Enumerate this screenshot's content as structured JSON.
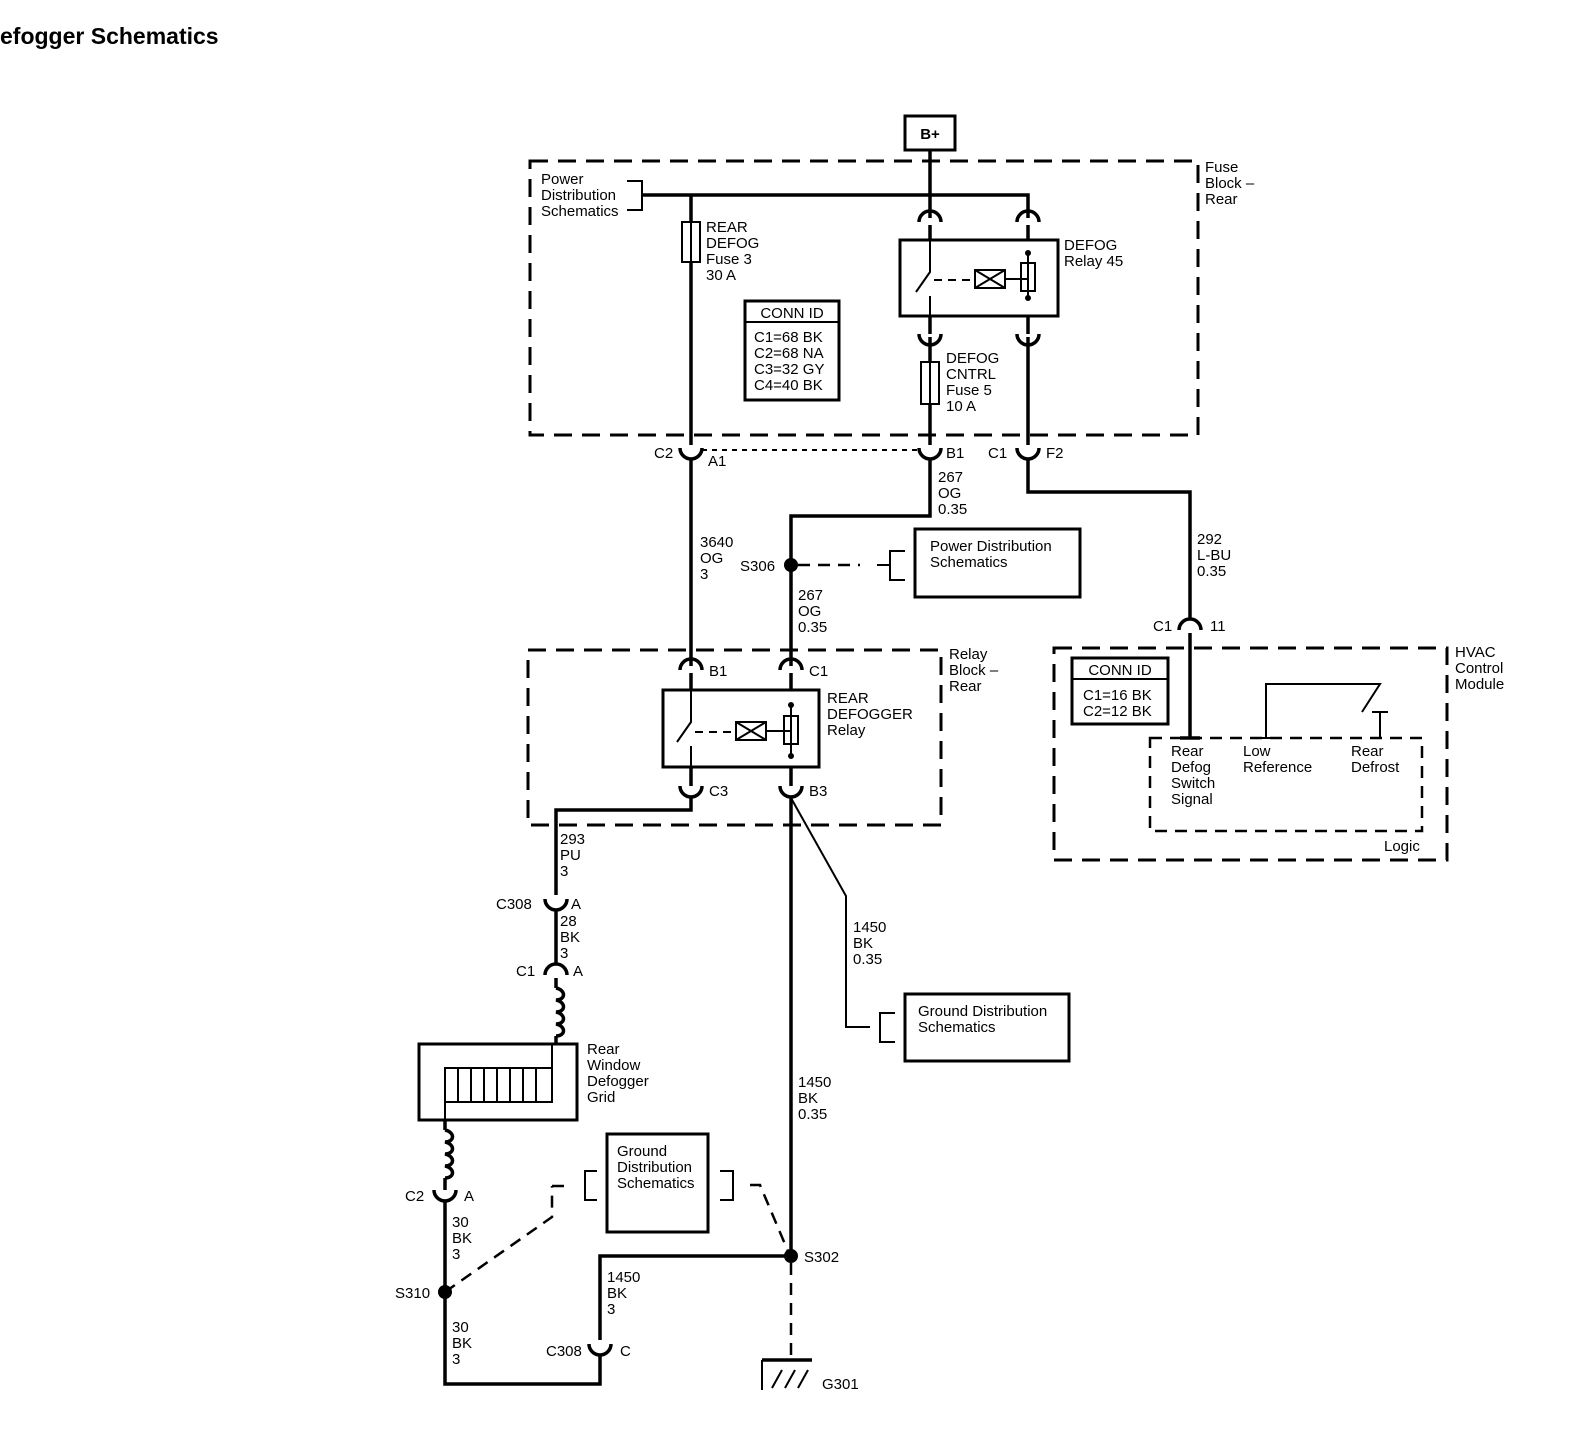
{
  "title": "efogger Schematics",
  "power_source": "B+",
  "fuse_block": {
    "label": [
      "Fuse",
      "Block –",
      "Rear"
    ],
    "power_dist_ref": [
      "Power",
      "Distribution",
      "Schematics"
    ],
    "fuse3": [
      "REAR",
      "DEFOG",
      "Fuse 3",
      "30 A"
    ],
    "defog_relay": [
      "DEFOG",
      "Relay 45"
    ],
    "fuse5": [
      "DEFOG",
      "CNTRL",
      "Fuse 5",
      "10 A"
    ],
    "conn_id": {
      "header": "CONN ID",
      "rows": [
        "C1=68 BK",
        "C2=68 NA",
        "C3=32 GY",
        "C4=40 BK"
      ]
    },
    "terminals": {
      "c2": "C2",
      "a1": "A1",
      "b1": "B1",
      "c1": "C1",
      "f2": "F2"
    }
  },
  "wires": {
    "w3640": [
      "3640",
      "OG",
      "3"
    ],
    "w267a": [
      "267",
      "OG",
      "0.35"
    ],
    "w267b": [
      "267",
      "OG",
      "0.35"
    ],
    "w292": [
      "292",
      "L-BU",
      "0.35"
    ],
    "w293": [
      "293",
      "PU",
      "3"
    ],
    "w28": [
      "28",
      "BK",
      "3"
    ],
    "w1450a": [
      "1450",
      "BK",
      "0.35"
    ],
    "w1450b": [
      "1450",
      "BK",
      "0.35"
    ],
    "w1450c": [
      "1450",
      "BK",
      "3"
    ],
    "w30a": [
      "30",
      "BK",
      "3"
    ],
    "w30b": [
      "30",
      "BK",
      "3"
    ]
  },
  "splices": {
    "s306": "S306",
    "s302": "S302",
    "s310": "S310"
  },
  "refs": {
    "power_dist": [
      "Power Distribution",
      "Schematics"
    ],
    "ground_dist_a": [
      "Ground Distribution",
      "Schematics"
    ],
    "ground_dist_b": [
      "Ground",
      "Distribution",
      "Schematics"
    ]
  },
  "relay_block": {
    "label": [
      "Relay",
      "Block –",
      "Rear"
    ],
    "relay": [
      "REAR",
      "DEFOGGER",
      "Relay"
    ],
    "terminals": {
      "b1": "B1",
      "c1": "C1",
      "c3": "C3",
      "b3": "B3"
    }
  },
  "hvac": {
    "label": [
      "HVAC",
      "Control",
      "Module"
    ],
    "conn_c1": "C1",
    "pin": "11",
    "conn_id": {
      "header": "CONN ID",
      "rows": [
        "C1=16 BK",
        "C2=12 BK"
      ]
    },
    "signal": [
      "Rear",
      "Defog",
      "Switch",
      "Signal"
    ],
    "low_ref": [
      "Low",
      "Reference"
    ],
    "rear_defrost": [
      "Rear",
      "Defrost"
    ],
    "logic": "Logic"
  },
  "connectors": {
    "c308_top": "C308",
    "c308_top_pin": "A",
    "c1": "C1",
    "c1_pin": "A",
    "c2": "C2",
    "c2_pin": "A",
    "c308_bot": "C308",
    "c308_bot_pin": "C"
  },
  "grid": [
    "Rear",
    "Window",
    "Defogger",
    "Grid"
  ],
  "ground": "G301"
}
